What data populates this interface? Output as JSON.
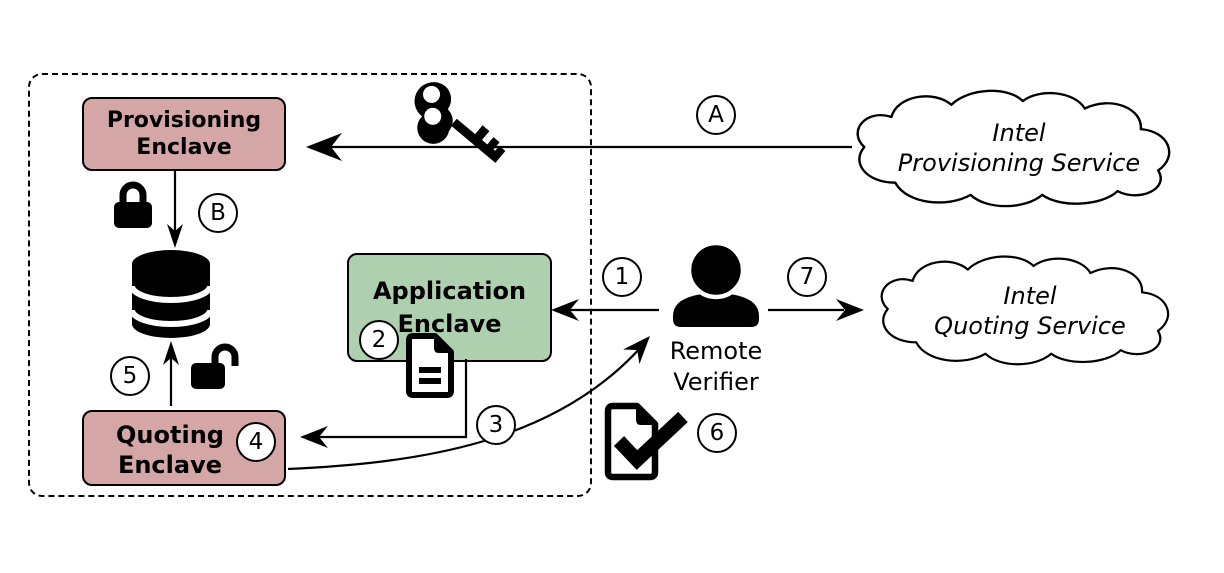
{
  "colors": {
    "enclave_pink": "#d5a6a6",
    "enclave_green": "#aed0ae",
    "stroke": "#000000",
    "background": "#ffffff"
  },
  "nodes": {
    "provisioning_enclave": {
      "line1": "Provisioning",
      "line2": "Enclave"
    },
    "application_enclave": {
      "line1": "Application",
      "line2": "Enclave"
    },
    "quoting_enclave": {
      "line1": "Quoting",
      "line2": "Enclave"
    },
    "remote_verifier": {
      "line1": "Remote",
      "line2": "Verifier"
    },
    "intel_provisioning_service": {
      "line1": "Intel",
      "line2": "Provisioning Service"
    },
    "intel_quoting_service": {
      "line1": "Intel",
      "line2": "Quoting Service"
    }
  },
  "steps": {
    "A": "A",
    "B": "B",
    "1": "1",
    "2": "2",
    "3": "3",
    "4": "4",
    "5": "5",
    "6": "6",
    "7": "7"
  },
  "icons": {
    "key": "key-icon",
    "lock_closed": "lock-closed-icon",
    "lock_open": "lock-open-icon",
    "database": "database-icon",
    "person": "person-icon",
    "document": "document-icon",
    "document_check": "document-check-icon"
  }
}
